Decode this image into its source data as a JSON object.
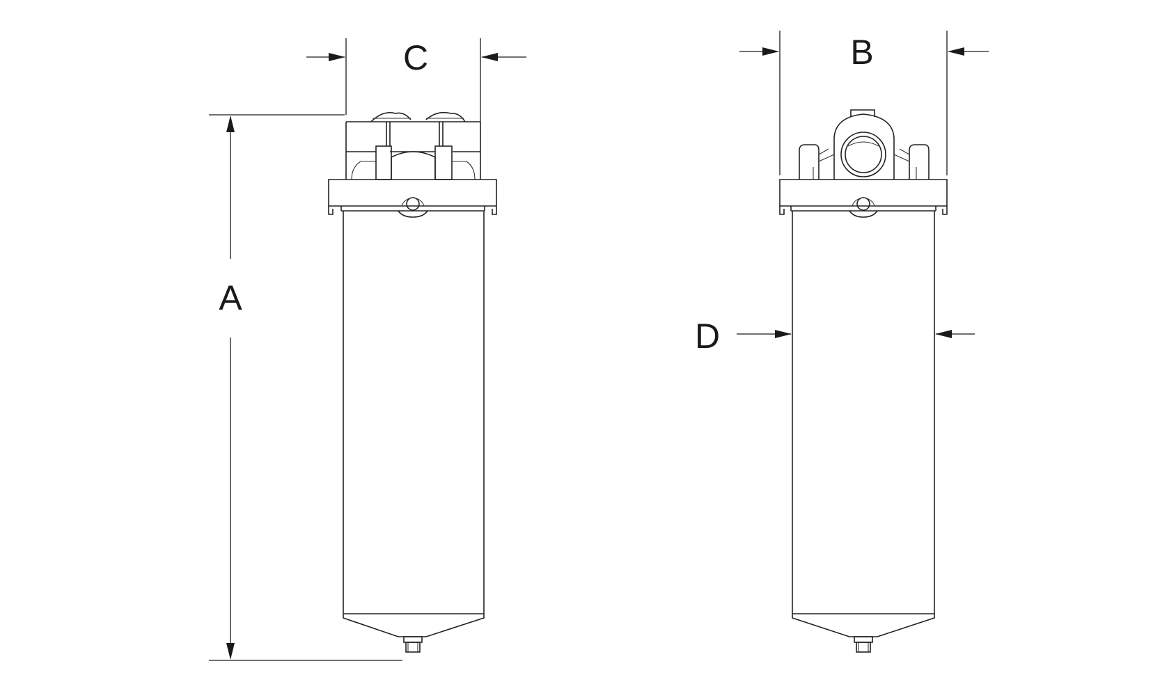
{
  "labels": {
    "a": "A",
    "b": "B",
    "c": "C",
    "d": "D"
  },
  "colors": {
    "line": "#222222",
    "background": "#ffffff"
  }
}
